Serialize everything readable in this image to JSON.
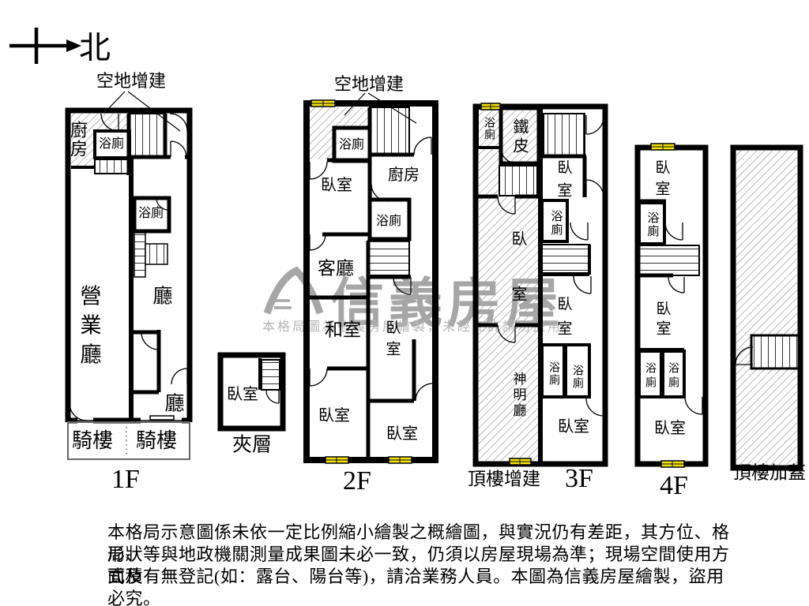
{
  "compass": {
    "north_label": "北"
  },
  "annotations": {
    "vacant_addition_f1": "空地增建",
    "vacant_addition_f2": "空地增建"
  },
  "floors": {
    "f1": {
      "label": "1F",
      "rooms": {
        "kitchen": "廚房",
        "bath_upper": "浴廁",
        "bath_mid": "浴廁",
        "business_hall": "營業廳",
        "hall_upper": "廳",
        "hall_lower": "廳",
        "arcade_left": "騎樓",
        "arcade_right": "騎樓"
      }
    },
    "mezzanine": {
      "label": "夾層",
      "rooms": {
        "bedroom": "臥室"
      }
    },
    "f2": {
      "label": "2F",
      "rooms": {
        "bath_upper": "浴廁",
        "bedroom_nw": "臥室",
        "kitchen": "廚房",
        "bath_mid": "浴廁",
        "living": "客廳",
        "tatami": "和室",
        "bedroom_mid": "臥室",
        "bedroom_sw": "臥室",
        "bedroom_se": "臥室"
      }
    },
    "f3": {
      "label": "3F",
      "annex_label": "頂樓增建",
      "rooms": {
        "bath_nw": "浴廁",
        "metal_shed": "鐵皮",
        "bedroom_west": "臥室",
        "shrine_hall": "神明廳",
        "bedroom_ne": "臥室",
        "bath_mid": "浴廁",
        "bedroom_mid": "臥室",
        "bath_s1": "浴廁",
        "bath_s2": "浴廁",
        "bedroom_s": "臥室"
      }
    },
    "f4": {
      "label": "4F",
      "rooms": {
        "bedroom_n": "臥室",
        "bath_n": "浴廁",
        "bedroom_mid": "臥室",
        "bath_s1": "浴廁",
        "bath_s2": "浴廁",
        "bedroom_s": "臥室"
      }
    },
    "rooftop": {
      "label": "頂樓加蓋"
    }
  },
  "watermark": {
    "brand": "信義房屋",
    "notice": "本格局圖為信義房屋繪製，未經允許請勿盜用"
  },
  "disclaimer": {
    "line1": "本格局示意圖係未依一定比例縮小繪製之概繪圖，與實況仍有差距，其方位、格局、",
    "line2": "形狀等與地政機關測量成果圖未必一致，仍須以房屋現場為準；現場空間使用方式及",
    "line3": "面積有無登記(如：露台、陽台等)，請洽業務人員。本圖為信義房屋繪製，盜用必究。"
  },
  "colors": {
    "wall": "#000000",
    "window_yellow": "#f2e400",
    "hatch_gray": "#8a8a8a",
    "watermark_gray": "#a6a6a6"
  }
}
